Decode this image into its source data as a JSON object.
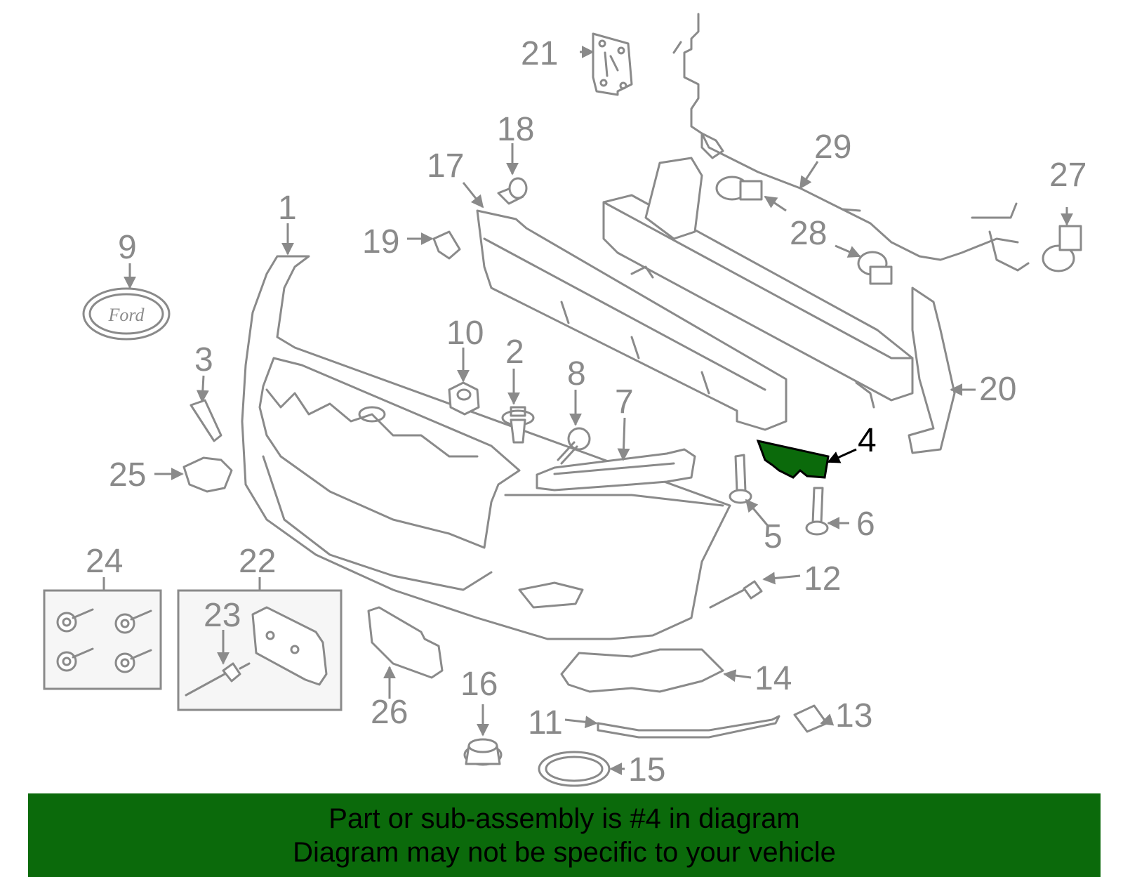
{
  "diagram": {
    "highlight_callout": "4",
    "highlight_color": "#0b6a0b",
    "line_color": "#8a8a8a",
    "callouts": {
      "c1": "1",
      "c2": "2",
      "c3": "3",
      "c4": "4",
      "c5": "5",
      "c6": "6",
      "c7": "7",
      "c8": "8",
      "c9": "9",
      "c10": "10",
      "c11": "11",
      "c12": "12",
      "c13": "13",
      "c14": "14",
      "c15": "15",
      "c16": "16",
      "c17": "17",
      "c18": "18",
      "c19": "19",
      "c20": "20",
      "c21": "21",
      "c22": "22",
      "c23": "23",
      "c24": "24",
      "c25": "25",
      "c26": "26",
      "c27": "27",
      "c28": "28",
      "c29": "29"
    },
    "emblem_text": "Ford"
  },
  "banner": {
    "line1": "Part or sub-assembly is #4 in diagram",
    "line2": "Diagram may not be specific to your vehicle",
    "background": "#0b6a0b"
  }
}
